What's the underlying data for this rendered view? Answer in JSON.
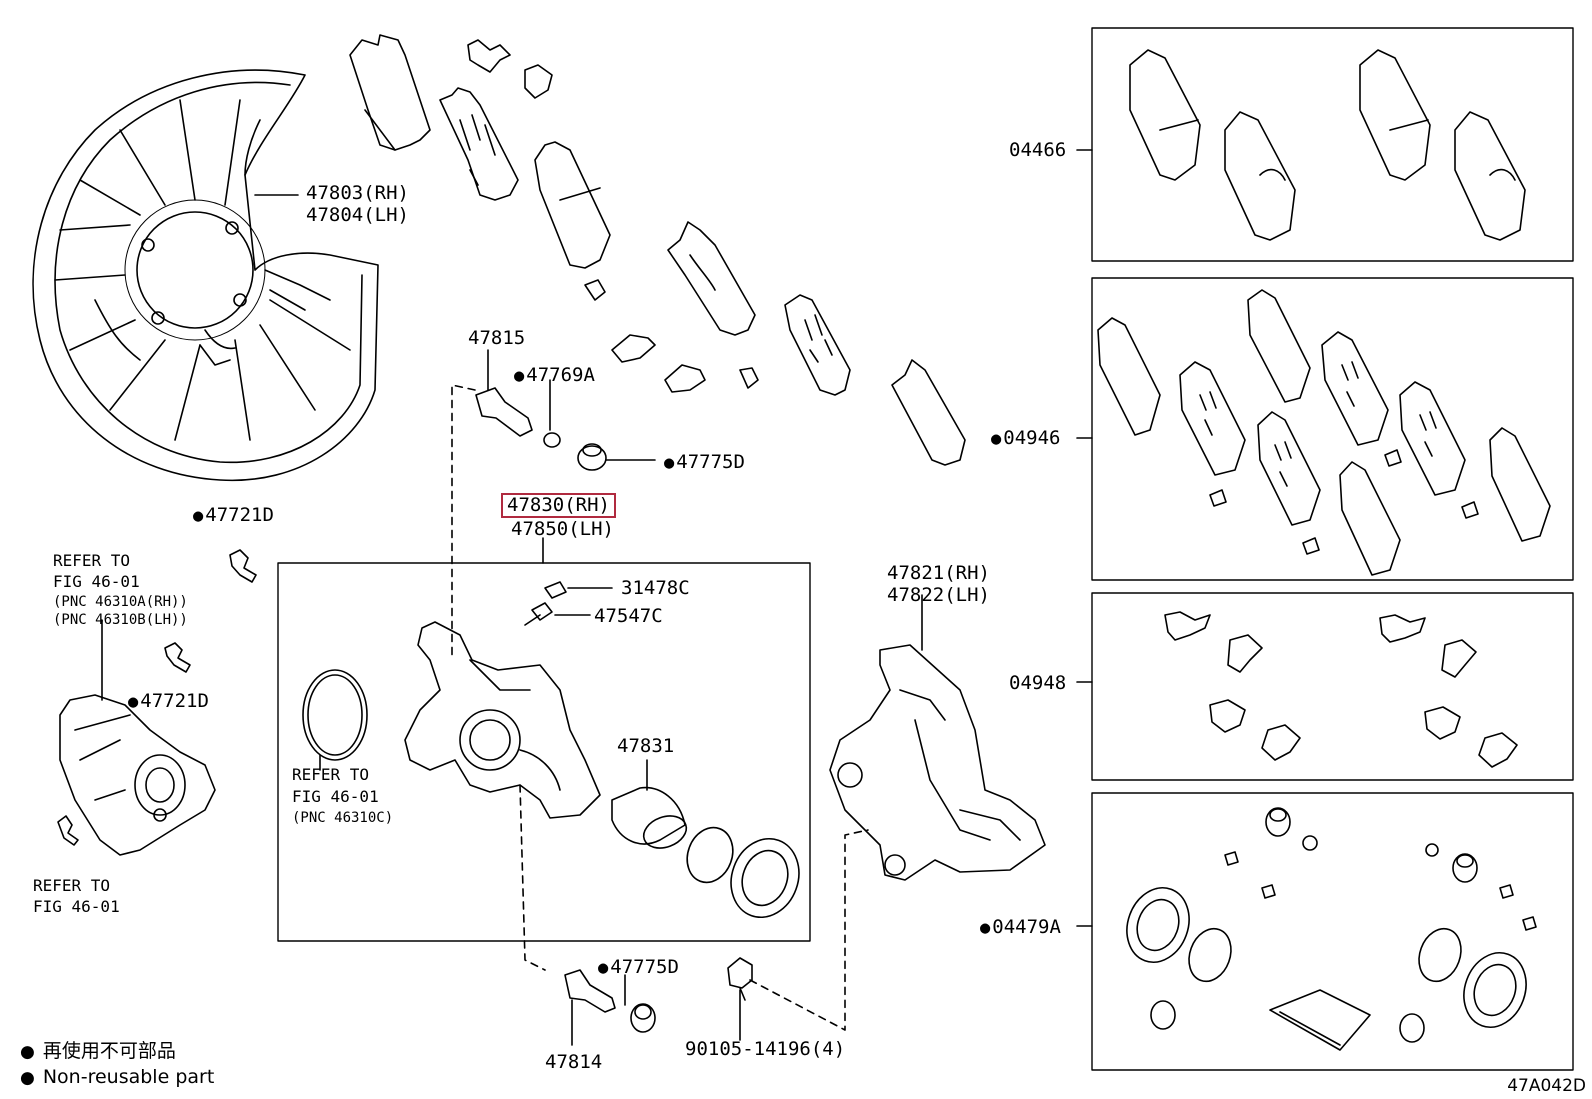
{
  "labels": {
    "p47803": "47803(RH)",
    "p47804": "47804(LH)",
    "p47815": "47815",
    "p47769A": "47769A",
    "p47775D_top": "47775D",
    "p47830": "47830(RH)",
    "p47850": "47850(LH)",
    "p47721D_1": "47721D",
    "p47721D_2": "47721D",
    "p31478C": "31478C",
    "p47547C": "47547C",
    "p47821": "47821(RH)",
    "p47822": "47822(LH)",
    "p47831": "47831",
    "p47775D_bot": "47775D",
    "p47814": "47814",
    "p90105": "90105-14196(4)",
    "p04466": "04466",
    "p04946": "04946",
    "p04948": "04948",
    "p04479A": "04479A"
  },
  "refers": {
    "r1_line1": "REFER TO",
    "r1_line2": "FIG 46-01",
    "r1_line3": "(PNC 46310A(RH))",
    "r1_line4": "(PNC 46310B(LH))",
    "r2_line1": "REFER TO",
    "r2_line2": "FIG 46-01",
    "r2_line3": "(PNC 46310C)",
    "r3_line1": "REFER TO",
    "r3_line2": "FIG 46-01"
  },
  "legend": {
    "bullet": "●",
    "jp": "再使用不可部品",
    "en": "Non-reusable part"
  },
  "figure_code": "47A042D",
  "highlight_color": "#b02a3f"
}
